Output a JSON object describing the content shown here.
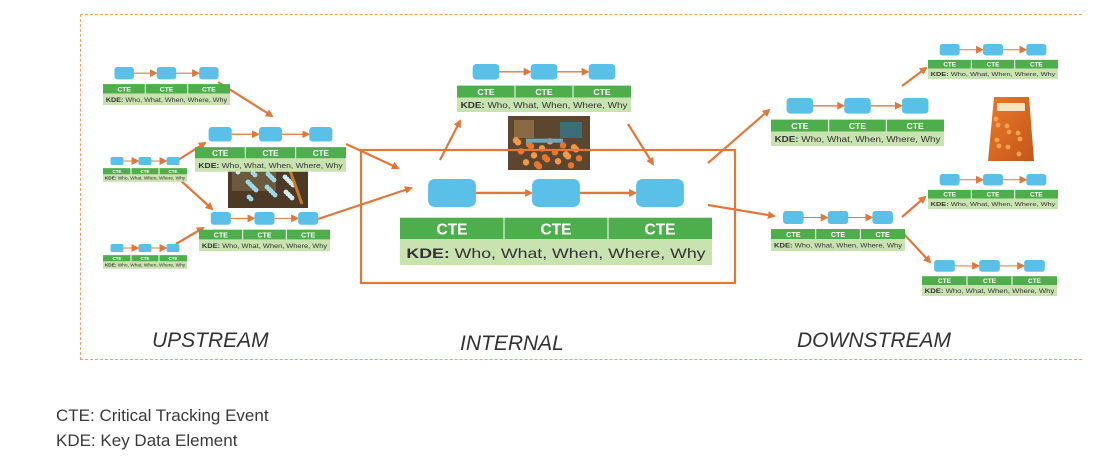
{
  "cte_label": "CTE",
  "kde_prefix": "KDE:",
  "kde_text": "Who, What, When, Where, Why",
  "sections": {
    "upstream": "UPSTREAM",
    "internal": "INTERNAL",
    "downstream": "DOWNSTREAM"
  },
  "legend": {
    "cte": "CTE: Critical Tracking Event",
    "kde": "KDE: Key Data Element"
  },
  "colors": {
    "event_box": "#5bc0e8",
    "cte_bar": "#4fae4c",
    "kde_bar": "#c8e2b0",
    "arrow": "#e0783c",
    "frame": "#e8a26c"
  },
  "images": [
    "sorting-produce-photo",
    "crates-produce-photo",
    "produce-bag-photo"
  ]
}
